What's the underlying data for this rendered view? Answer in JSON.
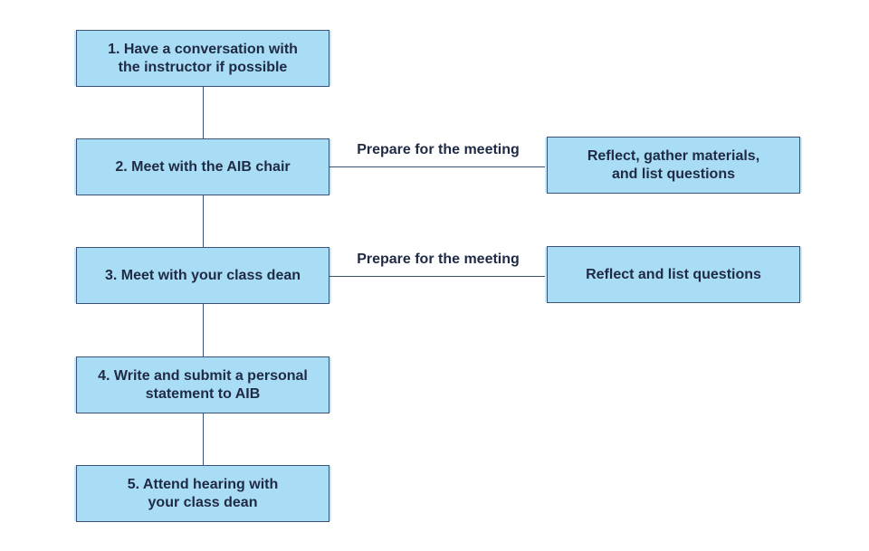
{
  "steps": [
    {
      "label": "1. Have a conversation with\nthe instructor if possible"
    },
    {
      "label": "2. Meet with the AIB chair"
    },
    {
      "label": "3. Meet with your class dean"
    },
    {
      "label": "4. Write and submit a personal\nstatement to AIB"
    },
    {
      "label": "5. Attend hearing with\nyour class dean"
    }
  ],
  "branches": [
    {
      "edge_label": "Prepare for the meeting",
      "label": "Reflect, gather materials,\nand list questions"
    },
    {
      "edge_label": "Prepare for the meeting",
      "label": "Reflect and list questions"
    }
  ],
  "colors": {
    "box_fill": "#a9dcf5",
    "box_border": "#3a5274",
    "text": "#1f2a44"
  }
}
